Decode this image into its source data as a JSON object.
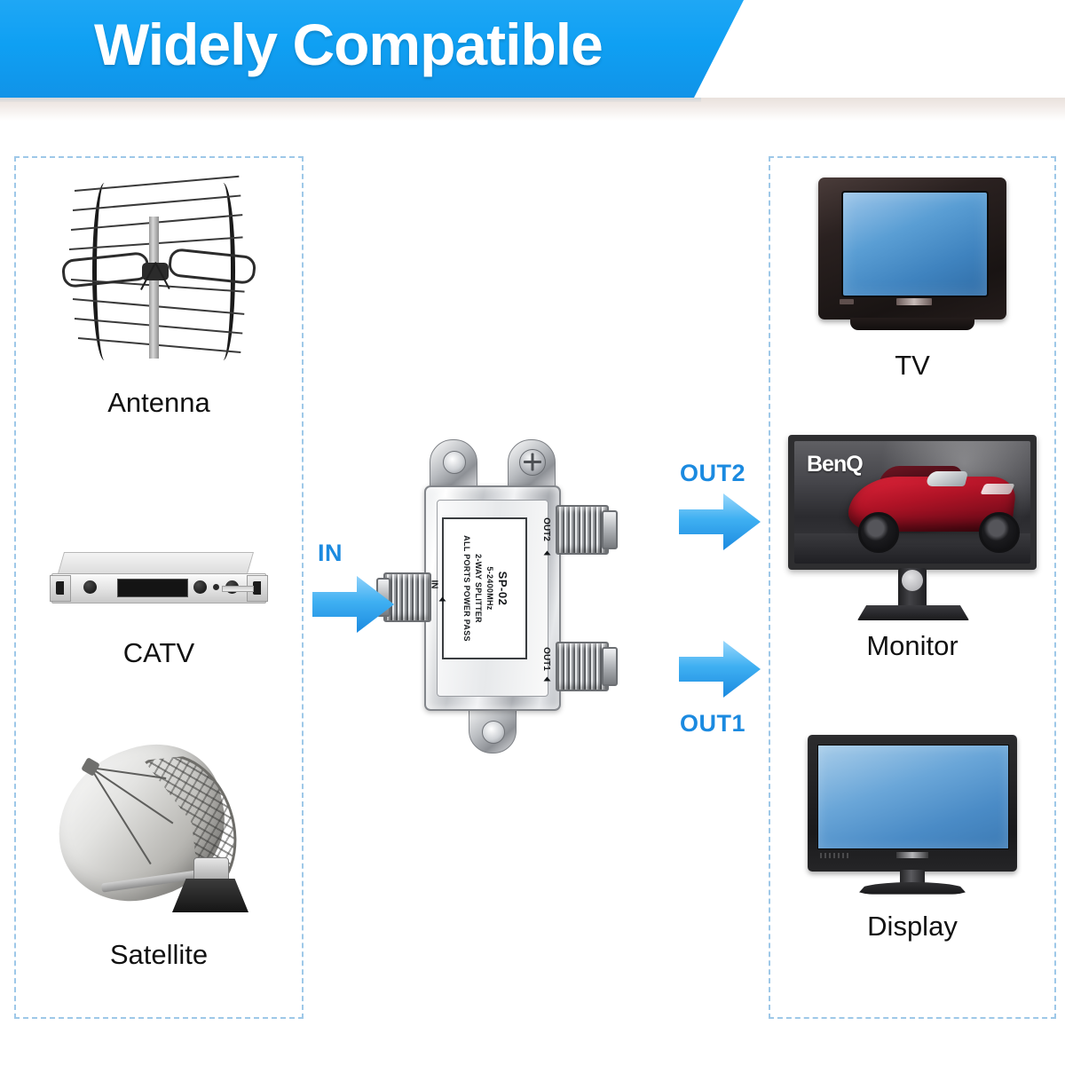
{
  "banner": {
    "title": "Widely Compatible",
    "bg_color": "#0fa0f3",
    "text_color": "#ffffff"
  },
  "accent_color": "#1b8ae0",
  "panel_border_color": "#9ec8e8",
  "sources": {
    "items": [
      {
        "label": "Antenna",
        "icon": "tv-antenna-icon"
      },
      {
        "label": "CATV",
        "icon": "catv-receiver-icon"
      },
      {
        "label": "Satellite",
        "icon": "satellite-dish-icon"
      }
    ]
  },
  "outputs": {
    "items": [
      {
        "label": "TV",
        "icon": "crt-television-icon"
      },
      {
        "label": "Monitor",
        "icon": "computer-monitor-icon",
        "screen_brand": "BenQ"
      },
      {
        "label": "Display",
        "icon": "lcd-display-icon"
      }
    ]
  },
  "splitter": {
    "model": "SP-02",
    "frequency": "5-2400MHz",
    "type": "2-WAY SPLITTER",
    "power": "ALL PORTS POWER PASS",
    "ports": {
      "input": "IN",
      "output_top": "OUT2",
      "output_bottom": "OUT1"
    }
  },
  "flow": {
    "input_label": "IN",
    "output_top_label": "OUT2",
    "output_bottom_label": "OUT1"
  }
}
